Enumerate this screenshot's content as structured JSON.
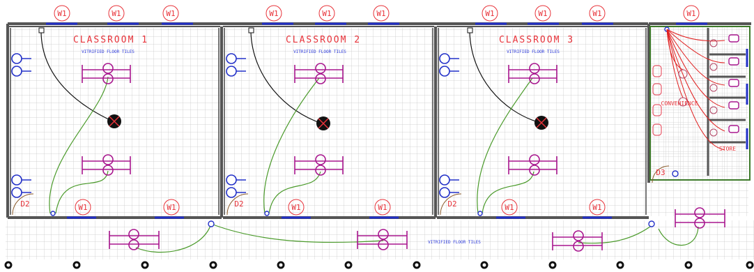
{
  "labels": {
    "window": "W1",
    "door": "D2",
    "door_wash": "D3"
  },
  "rooms": [
    {
      "name": "CLASSROOM 1",
      "floor": "VITRIFIED FLOOR TILES"
    },
    {
      "name": "CLASSROOM 2",
      "floor": "VITRIFIED FLOOR TILES"
    },
    {
      "name": "CLASSROOM 3",
      "floor": "VITRIFIED FLOOR TILES"
    }
  ],
  "corridor": {
    "floor": "VITRIFIED FLOOR TILES"
  },
  "wash_block": {
    "convenience": "CONVENIENCE",
    "store": "STORE"
  },
  "colors": {
    "room_label": "#e8333a",
    "fixture": "#a8168e",
    "switchboard": "#2230c8",
    "light_wiring": "#4a9a2a",
    "fan_wiring": "#111111"
  }
}
